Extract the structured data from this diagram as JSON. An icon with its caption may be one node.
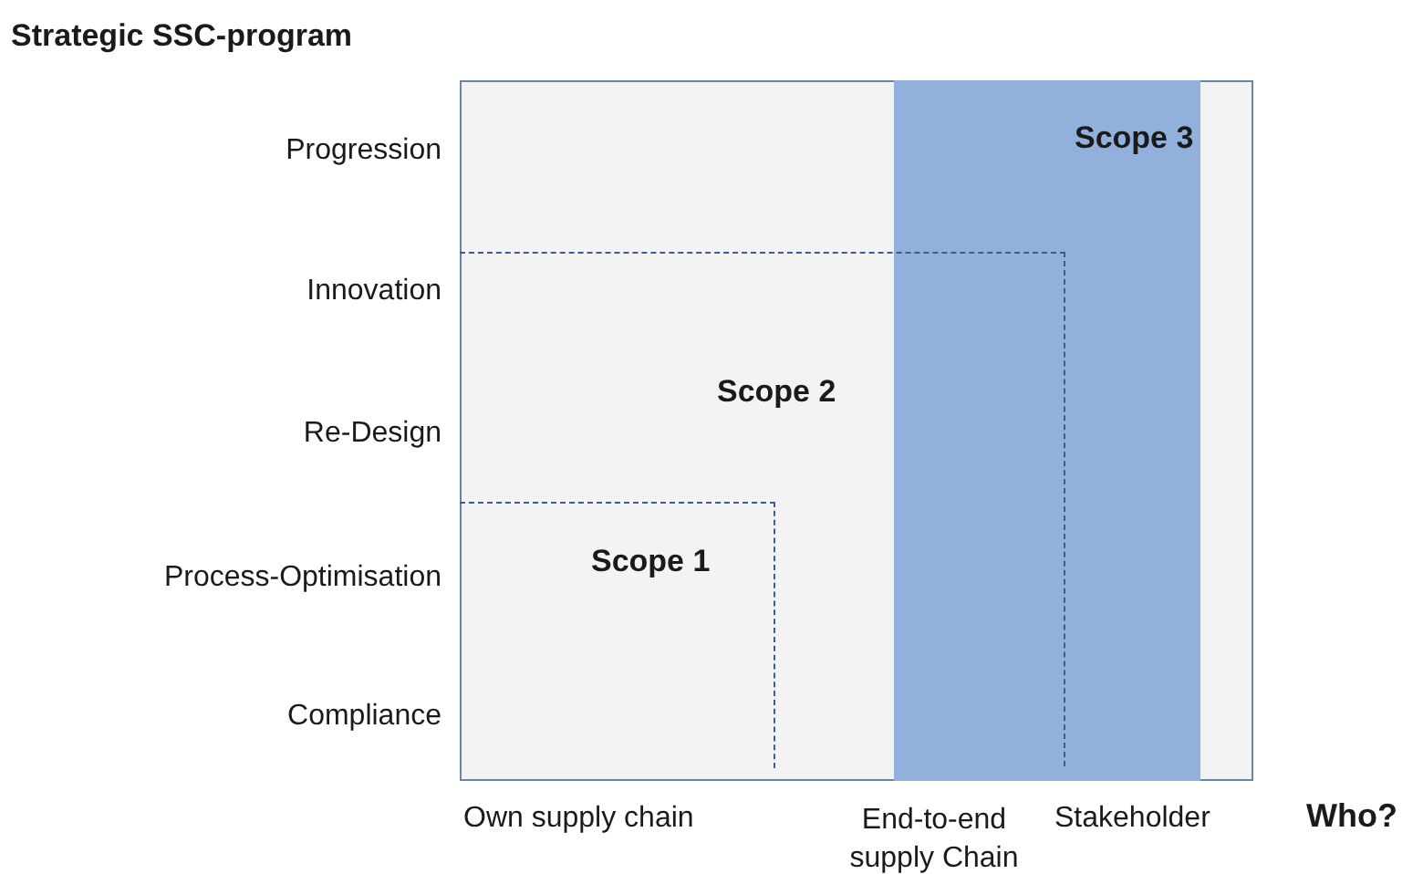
{
  "diagram": {
    "title": "Strategic SSC-program",
    "nodes": [
      {
        "text": [
          "Scope 3"
        ]
      },
      {
        "text": [
          "Scope 2"
        ]
      },
      {
        "text": [
          "Scope 1"
        ],
        "in": 1
      }
    ],
    "labels": [
      "Progression",
      "Innovation",
      "Re-Design",
      "Process-Optimisation",
      "Compliance",
      "Own supply chain",
      "End-to-end supply Chain",
      "Stakeholder",
      "Who?"
    ]
  }
}
